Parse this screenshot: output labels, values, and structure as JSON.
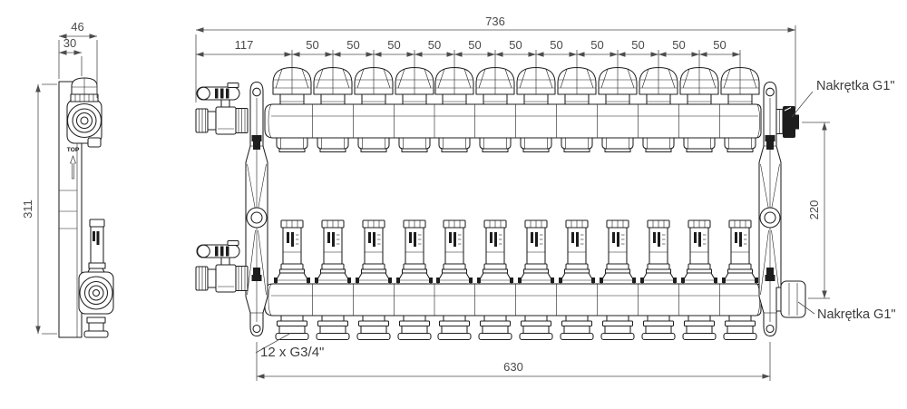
{
  "dimensions": {
    "total_width": "736",
    "first_pitch": "117",
    "outlet_pitch": "50",
    "mount_span": "630",
    "bar_center_distance": "220",
    "side_depth": "46",
    "side_valve_depth": "30",
    "side_height": "311"
  },
  "annotations": {
    "nut_top": "Nakrętka G1\"",
    "nut_bottom": "Nakrętka G1\"",
    "outlet_thread": "12 x G3/4\"",
    "orientation": "TOP"
  },
  "colors": {
    "line": "#1f1f1f",
    "dimension": "#4d4d4d",
    "background": "#ffffff"
  }
}
